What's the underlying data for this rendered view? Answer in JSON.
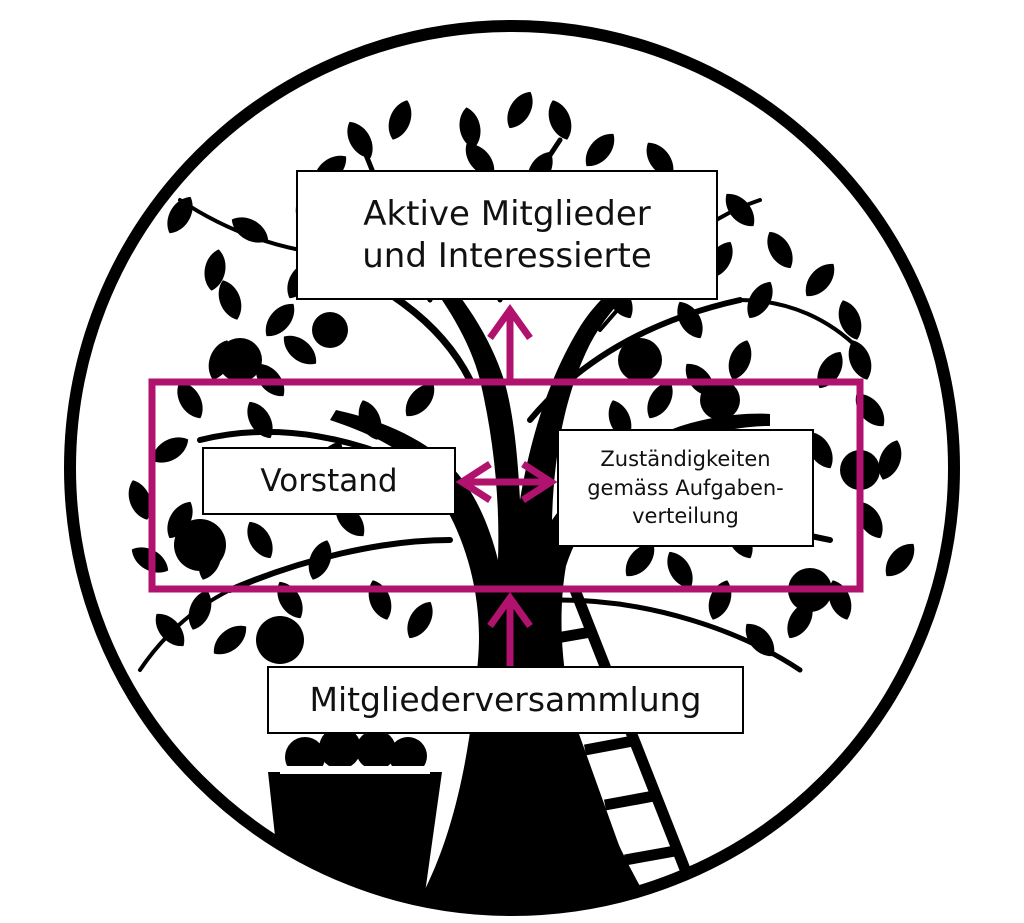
{
  "diagram": {
    "accent_color": "#B0126E",
    "silhouette_color": "#000000",
    "nodes": {
      "top": {
        "lines": [
          "Aktive Mitglieder",
          "und Interessierte"
        ]
      },
      "vorstand": {
        "label": "Vorstand"
      },
      "zustaendigkeiten": {
        "lines": [
          "Zuständigkeiten",
          "gemäss Aufgaben-",
          "verteilung"
        ]
      },
      "mitgliederversammlung": {
        "label": "Mitgliederversammlung"
      }
    },
    "icons": [
      "apple-tree-icon",
      "ladder-icon",
      "apple-basket-icon"
    ]
  }
}
